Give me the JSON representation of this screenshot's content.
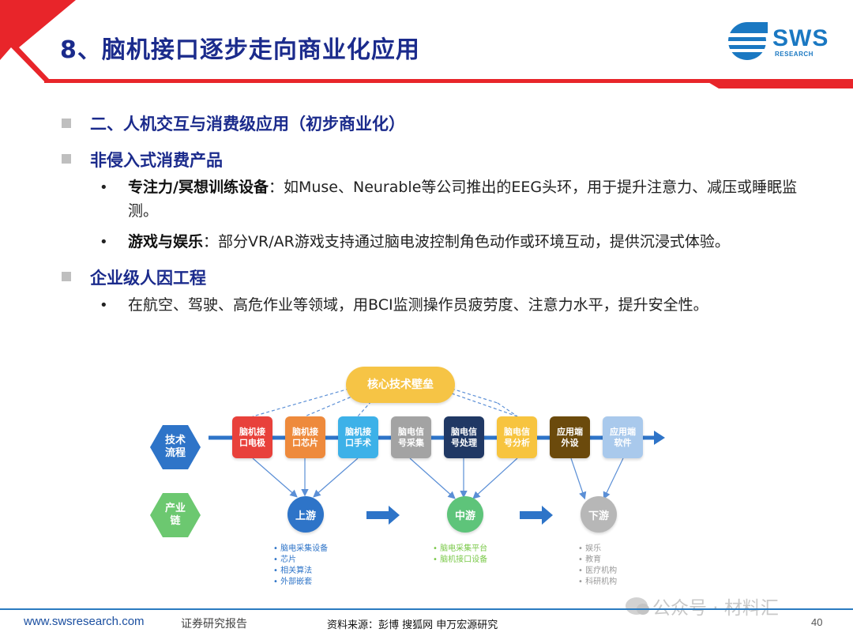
{
  "header": {
    "title": "8、脑机接口逐步走向商业化应用",
    "logo_text": "SWS",
    "logo_sub": "RESEARCH",
    "accent_color": "#e8252a",
    "title_color": "#1b2b8c"
  },
  "content": {
    "section_heading": "二、人机交互与消费级应用（初步商业化）",
    "groups": [
      {
        "heading": "非侵入式消费产品",
        "bullets": [
          {
            "term": "专注力/冥想训练设备",
            "text": "：如Muse、Neurable等公司推出的EEG头环，用于提升注意力、减压或睡眠监测。"
          },
          {
            "term": "游戏与娱乐",
            "text": "：部分VR/AR游戏支持通过脑电波控制角色动作或环境互动，提供沉浸式体验。"
          }
        ]
      },
      {
        "heading": "企业级人因工程",
        "bullets": [
          {
            "term": "",
            "text": "在航空、驾驶、高危作业等领域，用BCI监测操作员疲劳度、注意力水平，提升安全性。"
          }
        ]
      }
    ]
  },
  "diagram": {
    "core_label": "核心技术壁垒",
    "row_labels": {
      "tech": "技术\n流程",
      "industry": "产业\n链"
    },
    "steps": [
      {
        "label": "脑机接\n口电极",
        "color": "#e8413b"
      },
      {
        "label": "脑机接\n口芯片",
        "color": "#ee8a3c"
      },
      {
        "label": "脑机接\n口手术",
        "color": "#3db1e8"
      },
      {
        "label": "脑电信\n号采集",
        "color": "#a3a3a3"
      },
      {
        "label": "脑电信\n号处理",
        "color": "#203864"
      },
      {
        "label": "脑电信\n号分析",
        "color": "#f7c43f"
      },
      {
        "label": "应用端\n外设",
        "color": "#6b4a0c"
      },
      {
        "label": "应用端\n软件",
        "color": "#a9c9ec"
      }
    ],
    "stages": [
      {
        "label": "上游",
        "color": "#2e74c8",
        "list_color": "#2e74c8",
        "items": [
          "脑电采集设备",
          "芯片",
          "相关算法",
          "外部嵌套"
        ]
      },
      {
        "label": "中游",
        "color": "#5ec47a",
        "list_color": "#7bc94a",
        "items": [
          "脑电采集平台",
          "脑机接口设备"
        ]
      },
      {
        "label": "下游",
        "color": "#b7b7b7",
        "list_color": "#9a9a9a",
        "items": [
          "娱乐",
          "教育",
          "医疗机构",
          "科研机构"
        ]
      }
    ],
    "hex_tech_color": "#2e74c8",
    "hex_industry_color": "#6cc870"
  },
  "footer": {
    "website": "www.swsresearch.com",
    "label": "证券研究报告",
    "source": "资料来源：彭博 搜狐网 申万宏源研究",
    "page": "40",
    "watermark": "公众号 · 材料汇"
  }
}
